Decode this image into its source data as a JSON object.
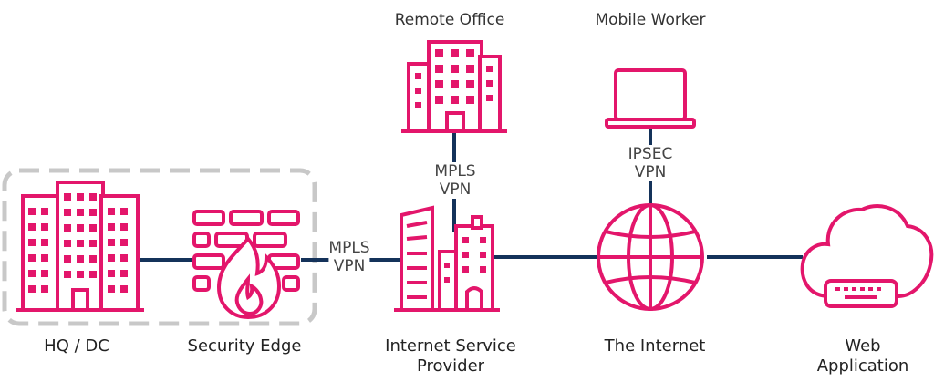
{
  "nodes": {
    "hq": "HQ / DC",
    "security_edge": "Security Edge",
    "isp": [
      "Internet Service",
      "Provider"
    ],
    "internet": "The Internet",
    "web_app": [
      "Web",
      "Application"
    ],
    "remote_office": "Remote Office",
    "mobile_worker": "Mobile Worker"
  },
  "links": {
    "edge_to_isp": [
      "MPLS",
      "VPN"
    ],
    "remote_to_isp": [
      "MPLS",
      "VPN"
    ],
    "mobile_to_internet": [
      "IPSEC",
      "VPN"
    ]
  },
  "colors": {
    "icon": "#e3166b",
    "link": "#14325a",
    "boundary": "#c8c8c8"
  }
}
